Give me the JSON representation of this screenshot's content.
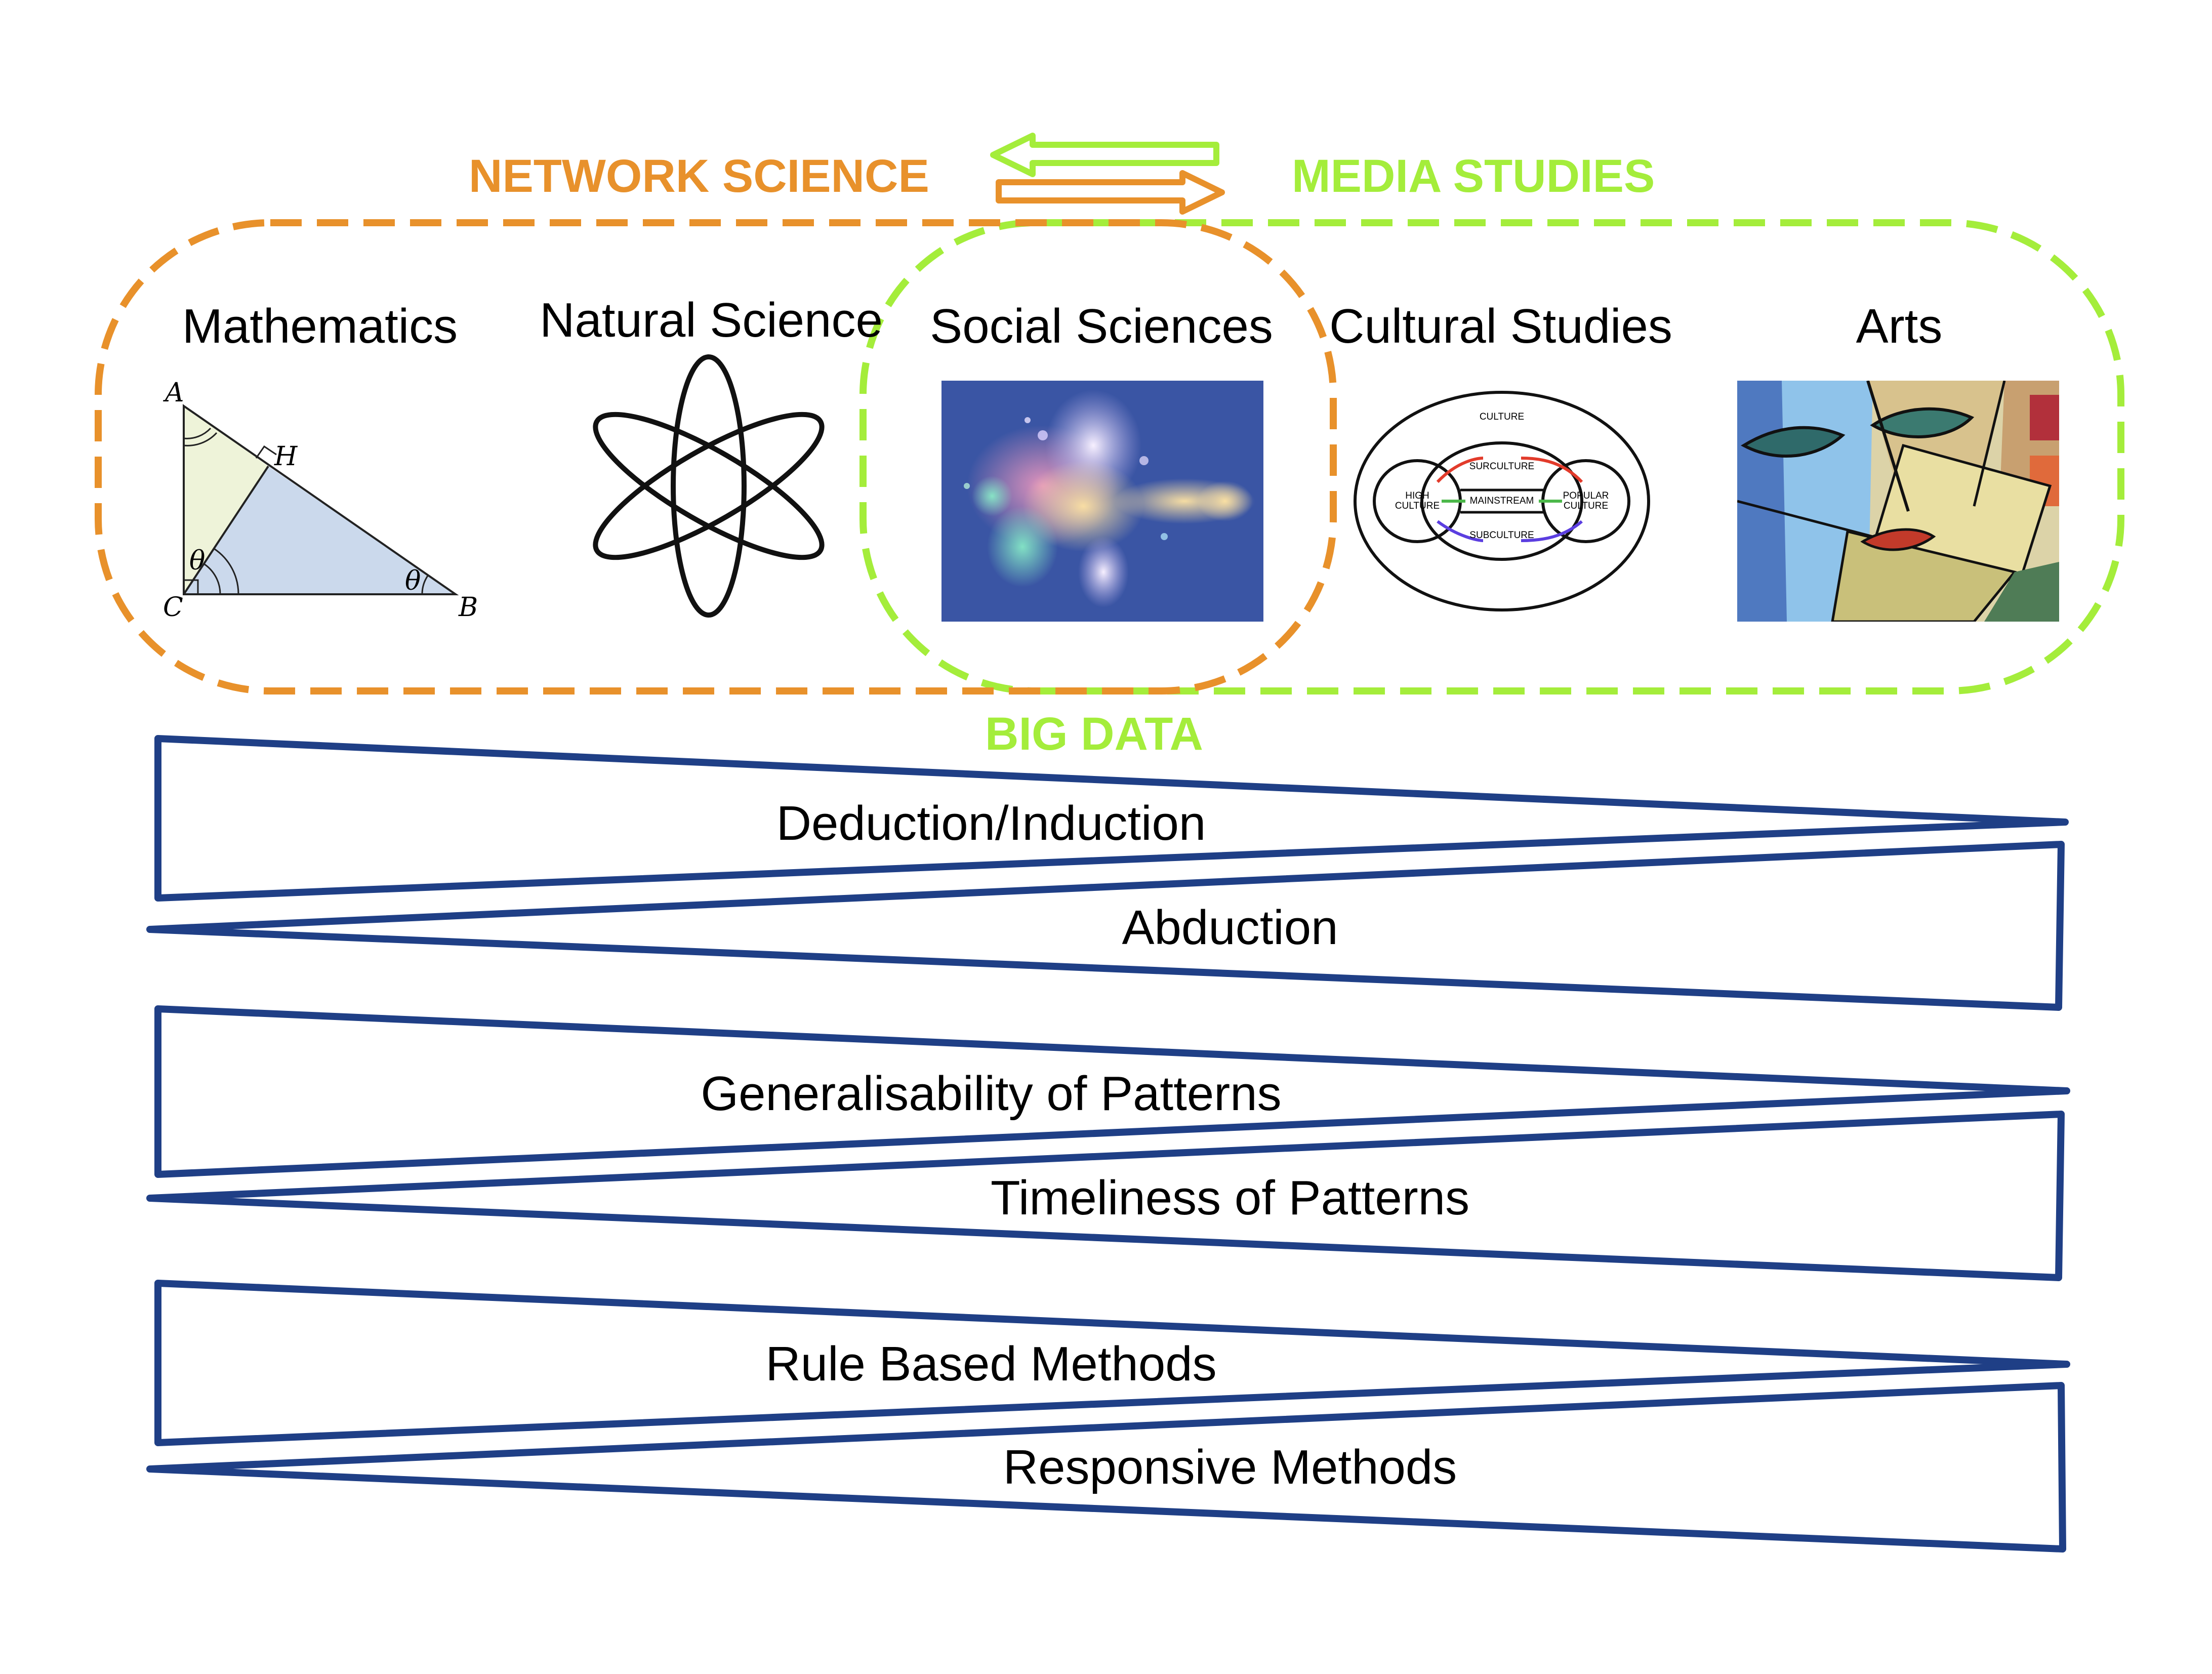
{
  "header": {
    "left": "NETWORK SCIENCE",
    "right": "MEDIA STUDIES",
    "bottom": "BIG DATA"
  },
  "disciplines": [
    {
      "label": "Mathematics",
      "image": "right-triangle-diagram"
    },
    {
      "label": "Natural Science",
      "image": "atom-icon"
    },
    {
      "label": "Social Sciences",
      "image": "network-visualization"
    },
    {
      "label": "Cultural Studies",
      "image": "culture-diagram"
    },
    {
      "label": "Arts",
      "image": "cubist-painting"
    }
  ],
  "triangle": {
    "A": "A",
    "B": "B",
    "C": "C",
    "H": "H",
    "theta": "θ"
  },
  "culture_diagram": {
    "culture": "CULTURE",
    "surculture": "SURCULTURE",
    "mainstream": "MAINSTREAM",
    "subculture": "SUBCULTURE",
    "high_culture": [
      "HIGH",
      "CULTURE"
    ],
    "popular_culture": [
      "POPULAR",
      "CULTURE"
    ]
  },
  "tensions": [
    {
      "top": "Deduction/Induction",
      "bottom": "Abduction"
    },
    {
      "top": "Generalisability of Patterns",
      "bottom": "Timeliness of Patterns"
    },
    {
      "top": "Rule Based Methods",
      "bottom": "Responsive Methods"
    }
  ],
  "colors": {
    "orange": "#e8912b",
    "green": "#a4ed3b",
    "navy": "#1f3f86"
  }
}
